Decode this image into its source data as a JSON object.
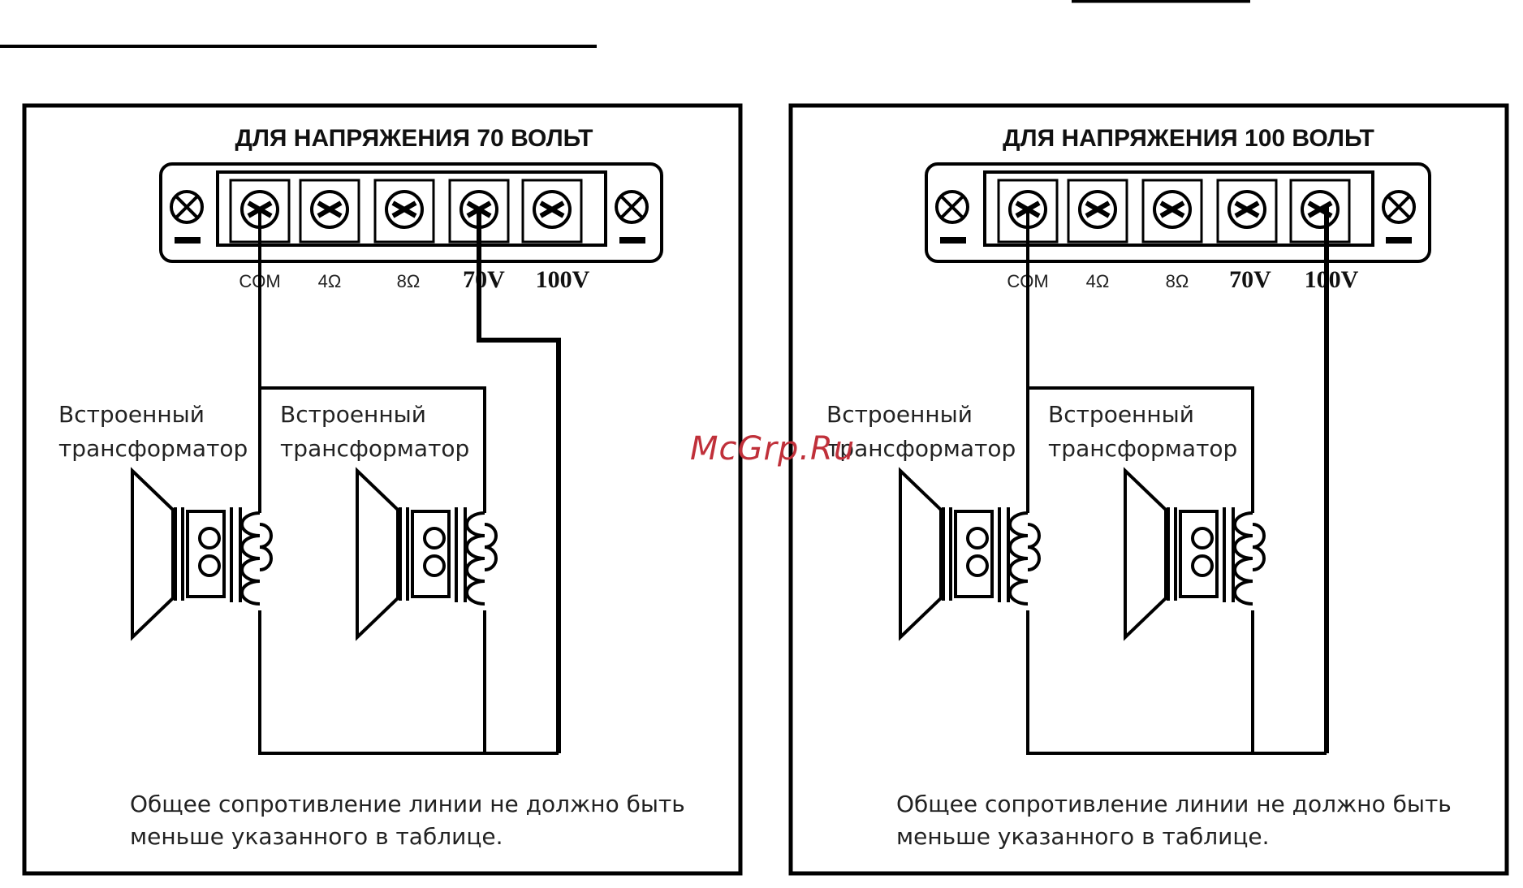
{
  "panels": [
    {
      "title": "ДЛЯ НАПРЯЖЕНИЯ 70 ВОЛЬТ",
      "terminals": [
        "COM",
        "4Ω",
        "8Ω",
        "70V",
        "100V"
      ],
      "active_terminal": "70V",
      "speakers": [
        {
          "label_line1": "Встроенный",
          "label_line2": "трансформатор"
        },
        {
          "label_line1": "Встроенный",
          "label_line2": "трансформатор"
        }
      ],
      "note_line1": "Общее сопротивление линии не должно быть",
      "note_line2": "меньше указанного в таблице."
    },
    {
      "title": "ДЛЯ НАПРЯЖЕНИЯ 100 ВОЛЬТ",
      "terminals": [
        "COM",
        "4Ω",
        "8Ω",
        "70V",
        "100V"
      ],
      "active_terminal": "100V",
      "speakers": [
        {
          "label_line1": "Встроенный",
          "label_line2": "трансформатор"
        },
        {
          "label_line1": "Встроенный",
          "label_line2": "трансформатор"
        }
      ],
      "note_line1": "Общее сопротивление линии не должно быть",
      "note_line2": "меньше указанного в таблице."
    }
  ],
  "watermark": "McGrp.Ru"
}
